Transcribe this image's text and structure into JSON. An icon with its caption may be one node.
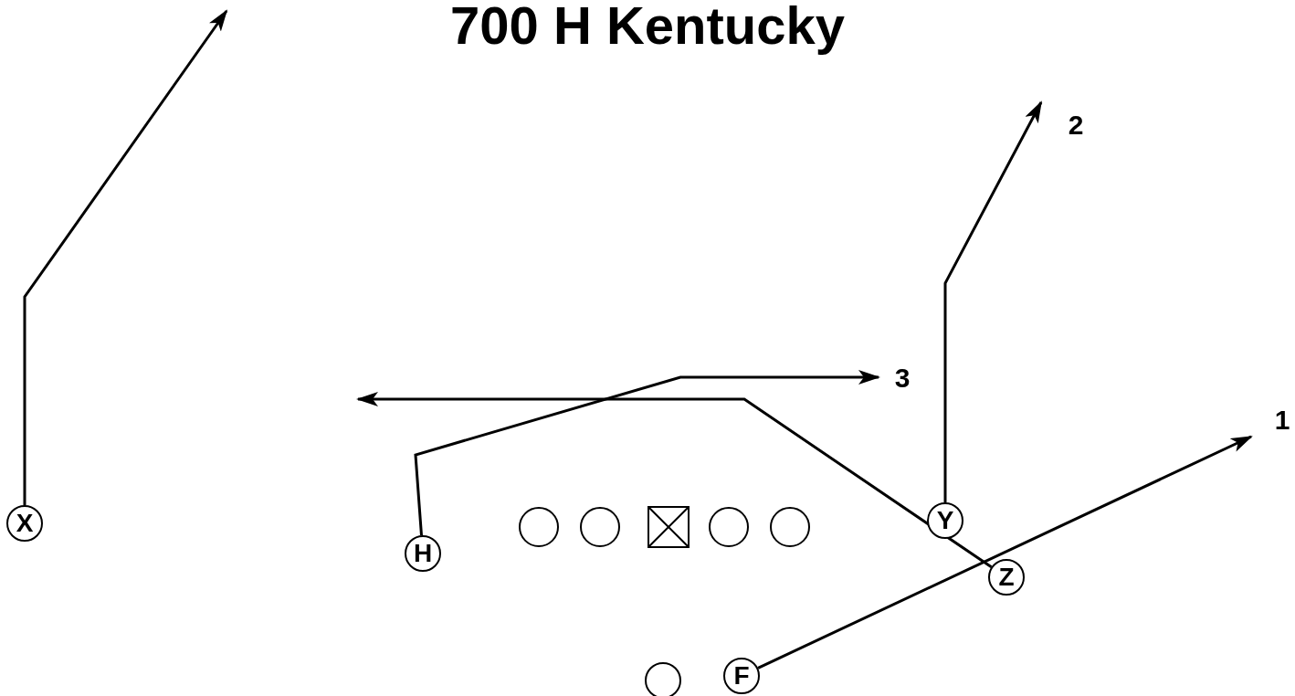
{
  "diagram": {
    "title": "700  H Kentucky",
    "nodes": [
      {
        "text": [
          "X"
        ]
      },
      {
        "text": [
          "H"
        ]
      },
      {
        "text": [],
        "shape": "circle"
      },
      {
        "text": [],
        "shape": "circle"
      },
      {
        "text": [],
        "shape": "box"
      },
      {
        "text": [],
        "shape": "circle"
      },
      {
        "text": [],
        "shape": "circle"
      },
      {
        "text": [
          "Y"
        ]
      },
      {
        "text": [
          "Z"
        ]
      },
      {
        "text": [],
        "shape": "circle"
      },
      {
        "text": [
          "F"
        ]
      },
      {
        "text": [
          "1"
        ]
      },
      {
        "text": [
          "2"
        ]
      },
      {
        "text": [
          "3"
        ]
      }
    ],
    "edges": [
      {
        "from": 0,
        "to": null,
        "arrow": "to"
      },
      {
        "from": 7,
        "to": 12,
        "arrow": "to"
      },
      {
        "from": 1,
        "to": 13,
        "arrow": "to"
      },
      {
        "from": 8,
        "to": null,
        "arrow": "to"
      },
      {
        "from": 10,
        "to": 11,
        "arrow": "to"
      }
    ]
  }
}
